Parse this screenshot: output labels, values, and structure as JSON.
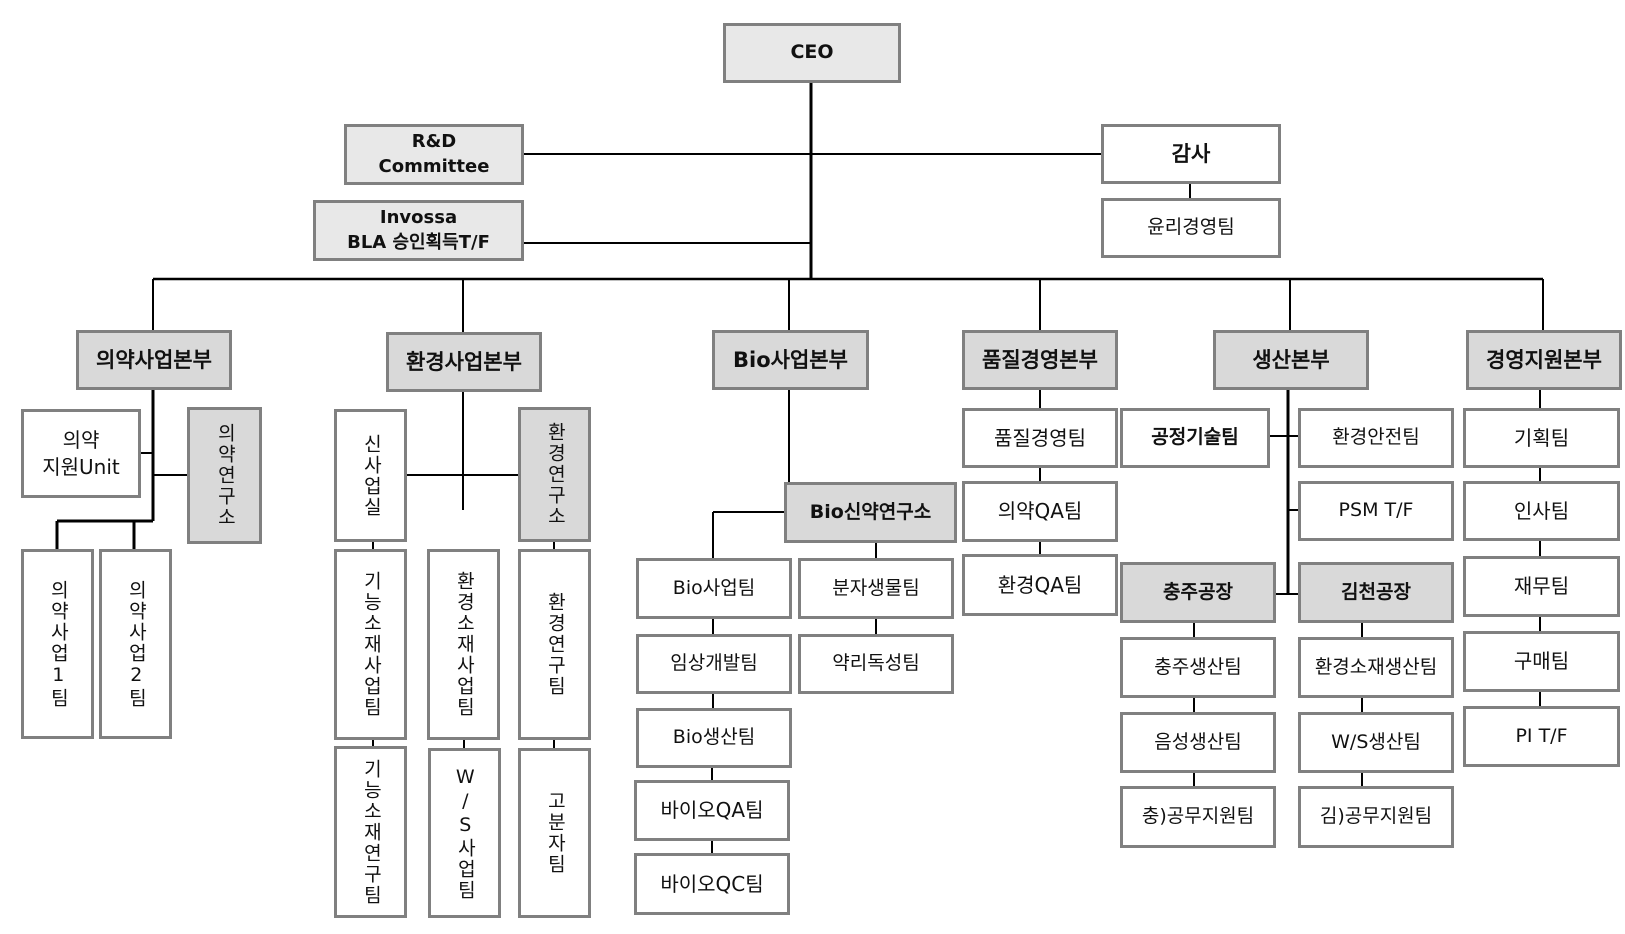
{
  "org_chart": {
    "ceo": "CEO",
    "staff_left": [
      {
        "label": "R&D\nCommittee"
      },
      {
        "label": "Invossa\nBLA 승인획득T/F"
      }
    ],
    "audit": {
      "label": "감사",
      "children": [
        "윤리경영팀"
      ]
    },
    "divisions": [
      {
        "name": "의약사업본부",
        "units": [
          "의약\n지원Unit",
          "의약연구소",
          "의약사업1팀",
          "의약사업2팀"
        ]
      },
      {
        "name": "환경사업본부",
        "units": [
          "신사업실",
          "환경연구소",
          "기능소재사업팀",
          "기능소재연구팀",
          "환경소재사업팀",
          "W/S사업팀",
          "환경연구팀",
          "고분자팀"
        ]
      },
      {
        "name": "Bio사업본부",
        "institute": "Bio신약연구소",
        "left_teams": [
          "Bio사업팀",
          "임상개발팀",
          "Bio생산팀",
          "바이오QA팀",
          "바이오QC팀"
        ],
        "right_teams": [
          "분자생물팀",
          "약리독성팀"
        ]
      },
      {
        "name": "품질경영본부",
        "teams": [
          "품질경영팀",
          "의약QA팀",
          "환경QA팀"
        ]
      },
      {
        "name": "생산본부",
        "direct_teams": [
          "공정기술팀",
          "환경안전팀",
          "PSM T/F"
        ],
        "plants": [
          {
            "name": "충주공장",
            "teams": [
              "충주생산팀",
              "음성생산팀",
              "충)공무지원팀"
            ]
          },
          {
            "name": "김천공장",
            "teams": [
              "환경소재생산팀",
              "W/S생산팀",
              "김)공무지원팀"
            ]
          }
        ]
      },
      {
        "name": "경영지원본부",
        "teams": [
          "기획팀",
          "인사팀",
          "재무팀",
          "구매팀",
          "PI T/F"
        ]
      }
    ]
  }
}
